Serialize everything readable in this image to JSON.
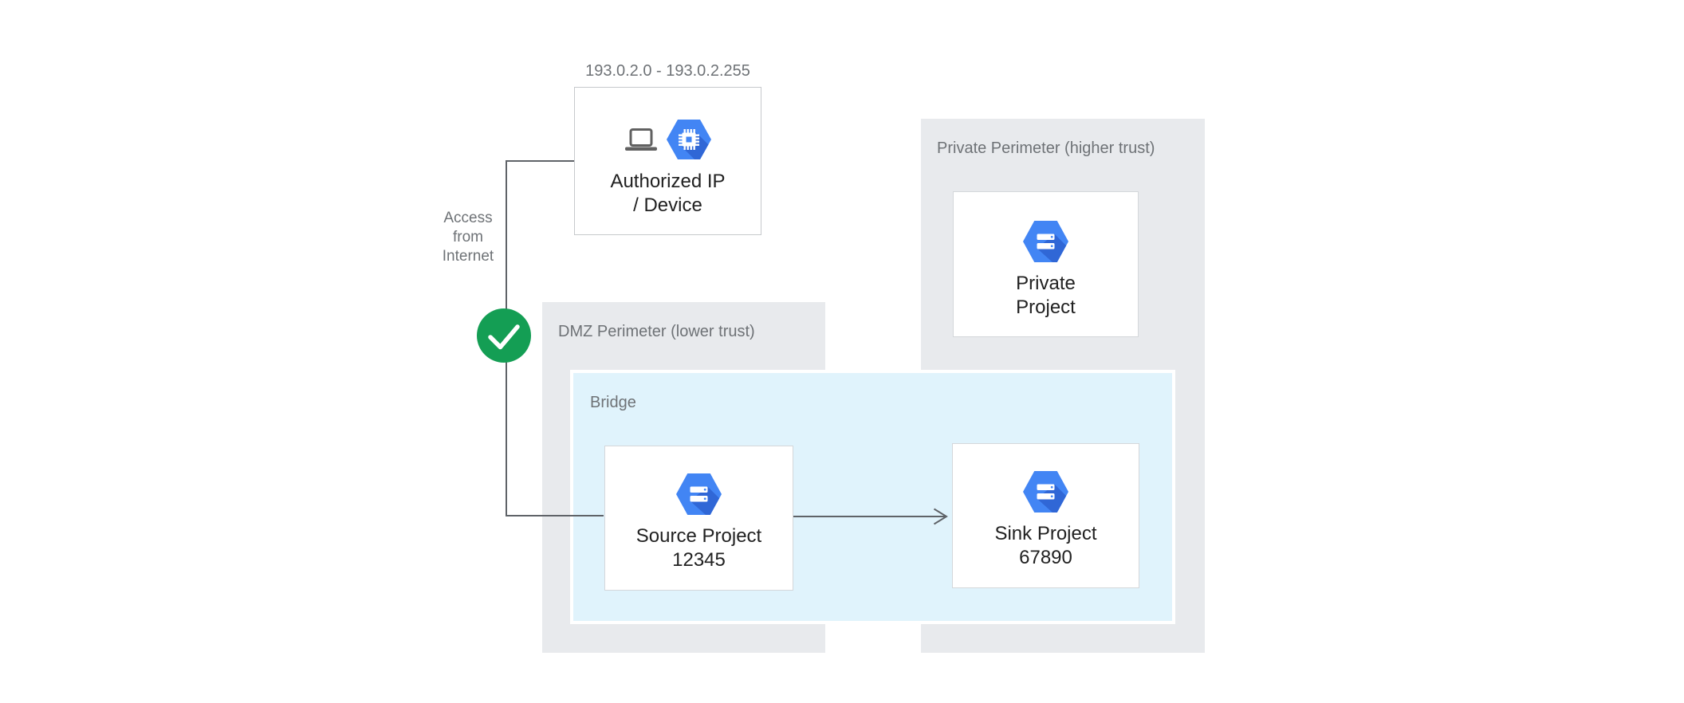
{
  "labels": {
    "ip_range": "193.0.2.0 - 193.0.2.255",
    "access_note": "Access\nfrom\nInternet",
    "authorized_device": "Authorized IP\n/ Device",
    "dmz_perimeter": "DMZ Perimeter (lower trust)",
    "bridge": "Bridge",
    "source_project": "Source Project\n12345",
    "sink_project": "Sink Project\n67890",
    "private_perimeter": "Private Perimeter (higher trust)",
    "private_project": "Private\nProject"
  },
  "icons": {
    "laptop": "laptop-icon",
    "compute_engine": "compute-engine-hexagon-icon",
    "project": "cloud-project-hexagon-icon",
    "check": "check-icon"
  },
  "colors": {
    "perimeter_bg": "#E8EAED",
    "bridge_bg": "#E0F3FC",
    "bridge_border": "#FFFFFF",
    "node_bg": "#FFFFFF",
    "node_border": "#D4D7DA",
    "hexagon_blue": "#4285F4",
    "hexagon_shadow": "#3067D6",
    "check_green": "#149E54",
    "connector_gray": "#5F6368",
    "label_gray": "#6E7276",
    "text_dark": "#212121"
  }
}
